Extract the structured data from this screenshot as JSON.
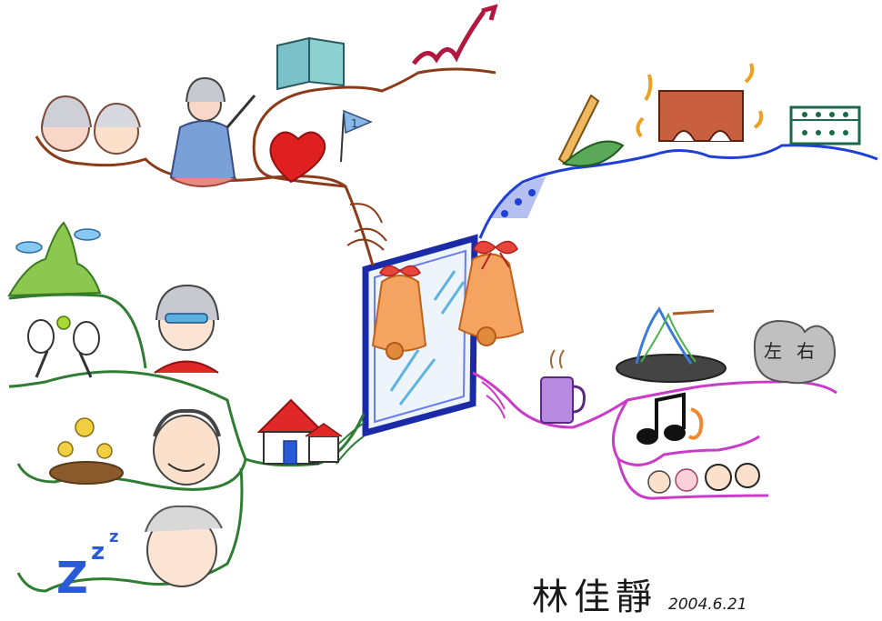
{
  "drawing": {
    "signature": "林佳靜",
    "date": "2004.6.21",
    "sleep_text": "Z",
    "sleep_small": "z",
    "brain_left": "左",
    "brain_right": "右",
    "flag_number": "1",
    "branch_colors": {
      "top_left": "#8b3a1a",
      "bottom_left": "#2e7d32",
      "top_right": "#1f3fd6",
      "bottom_right": "#c83cc8",
      "frame": "#1b2ba8",
      "bell": "#f0a060"
    }
  }
}
